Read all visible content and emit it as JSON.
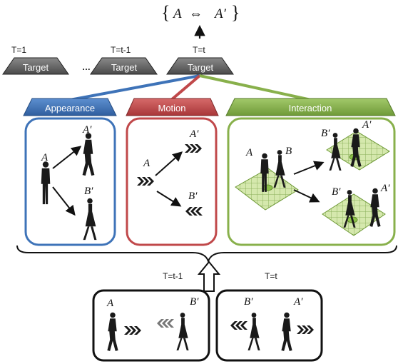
{
  "formula": {
    "open": "{",
    "lhs": "A",
    "op": "⇔",
    "rhs": "A′",
    "close": "}"
  },
  "timeline": {
    "first": {
      "time": "T=1",
      "label": "Target"
    },
    "ellipsis": "…",
    "prev": {
      "time": "T=t-1",
      "label": "Target"
    },
    "current": {
      "time": "T=t",
      "label": "Target"
    }
  },
  "branches": {
    "appearance": {
      "label": "Appearance",
      "color": "#3e73b8"
    },
    "motion": {
      "label": "Motion",
      "color": "#c0484a"
    },
    "interaction": {
      "label": "Interaction",
      "color": "#88b04b"
    }
  },
  "panels": {
    "appearance": {
      "a": "A",
      "a_prime": "A′",
      "b_prime": "B′"
    },
    "motion": {
      "a": "A",
      "a_prime": "A′",
      "b_prime": "B′"
    },
    "interaction": {
      "a": "A",
      "b": "B",
      "b_prime_1": "B′",
      "a_prime_1": "A′",
      "b_prime_2": "B′",
      "a_prime_2": "A′"
    }
  },
  "bottom": {
    "prev": {
      "time": "T=t-1",
      "a": "A",
      "b_prime": "B′"
    },
    "current": {
      "time": "T=t",
      "b_prime": "B′",
      "a_prime": "A′"
    }
  },
  "colors": {
    "target_fill": "#636363",
    "green_tile": "#cfe3a6",
    "green_grid": "#8cb05a"
  }
}
